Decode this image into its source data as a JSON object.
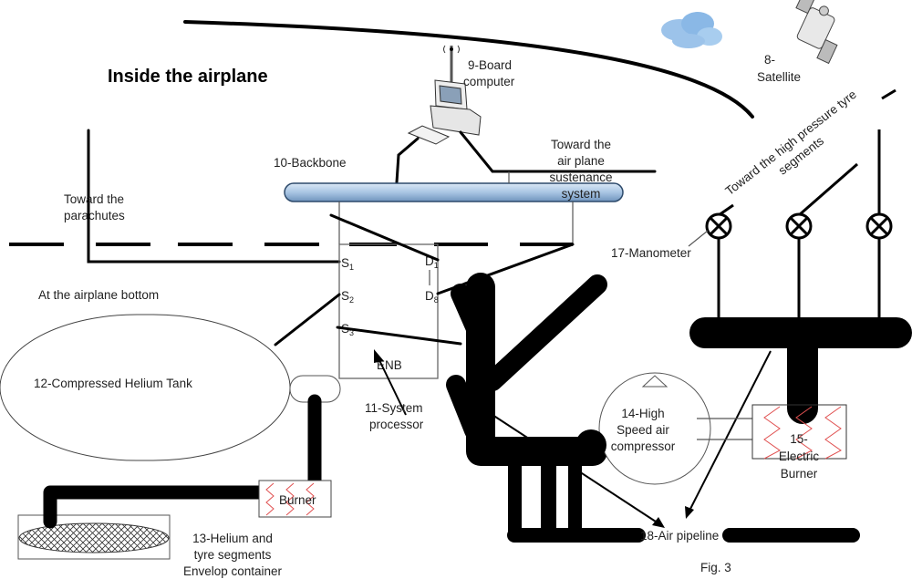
{
  "title": "Inside the airplane",
  "labels": {
    "satellite_num": "8-",
    "satellite": "Satellite",
    "board_computer": [
      "9-Board",
      "computer"
    ],
    "backbone": "10-Backbone",
    "sustenance": [
      "Toward the",
      "air plane",
      "sustenance",
      "system"
    ],
    "parachutes": [
      "Toward the",
      "parachutes"
    ],
    "bottom": "At the airplane bottom",
    "enb": {
      "s1": "S",
      "s2": "S",
      "s3": "S",
      "s1_sub": "1",
      "s2_sub": "2",
      "s3_sub": "3",
      "d1": "D",
      "d1_sub": "1",
      "d8": "D",
      "d8_sub": "8",
      "name": "ENB"
    },
    "system_processor": [
      "11-System",
      "processor"
    ],
    "helium_tank": "12-Compressed Helium Tank",
    "burner": "Burner",
    "envelop": [
      "13-Helium and",
      "tyre segments",
      "Envelop container"
    ],
    "compressor": [
      "14-High",
      "Speed air",
      "compressor"
    ],
    "electric_burner": [
      "15-",
      "Electric",
      "Burner"
    ],
    "manometer": "17-Manometer",
    "tyre_segments": [
      "Toward the high pressure tyre",
      "segments"
    ],
    "air_pipeline": "18-Air pipeline",
    "fig": "Fig. 3"
  },
  "colors": {
    "backbone": "#a9c5e3",
    "heater_coil": "#e05050",
    "cloud": "#9cc3ea"
  }
}
